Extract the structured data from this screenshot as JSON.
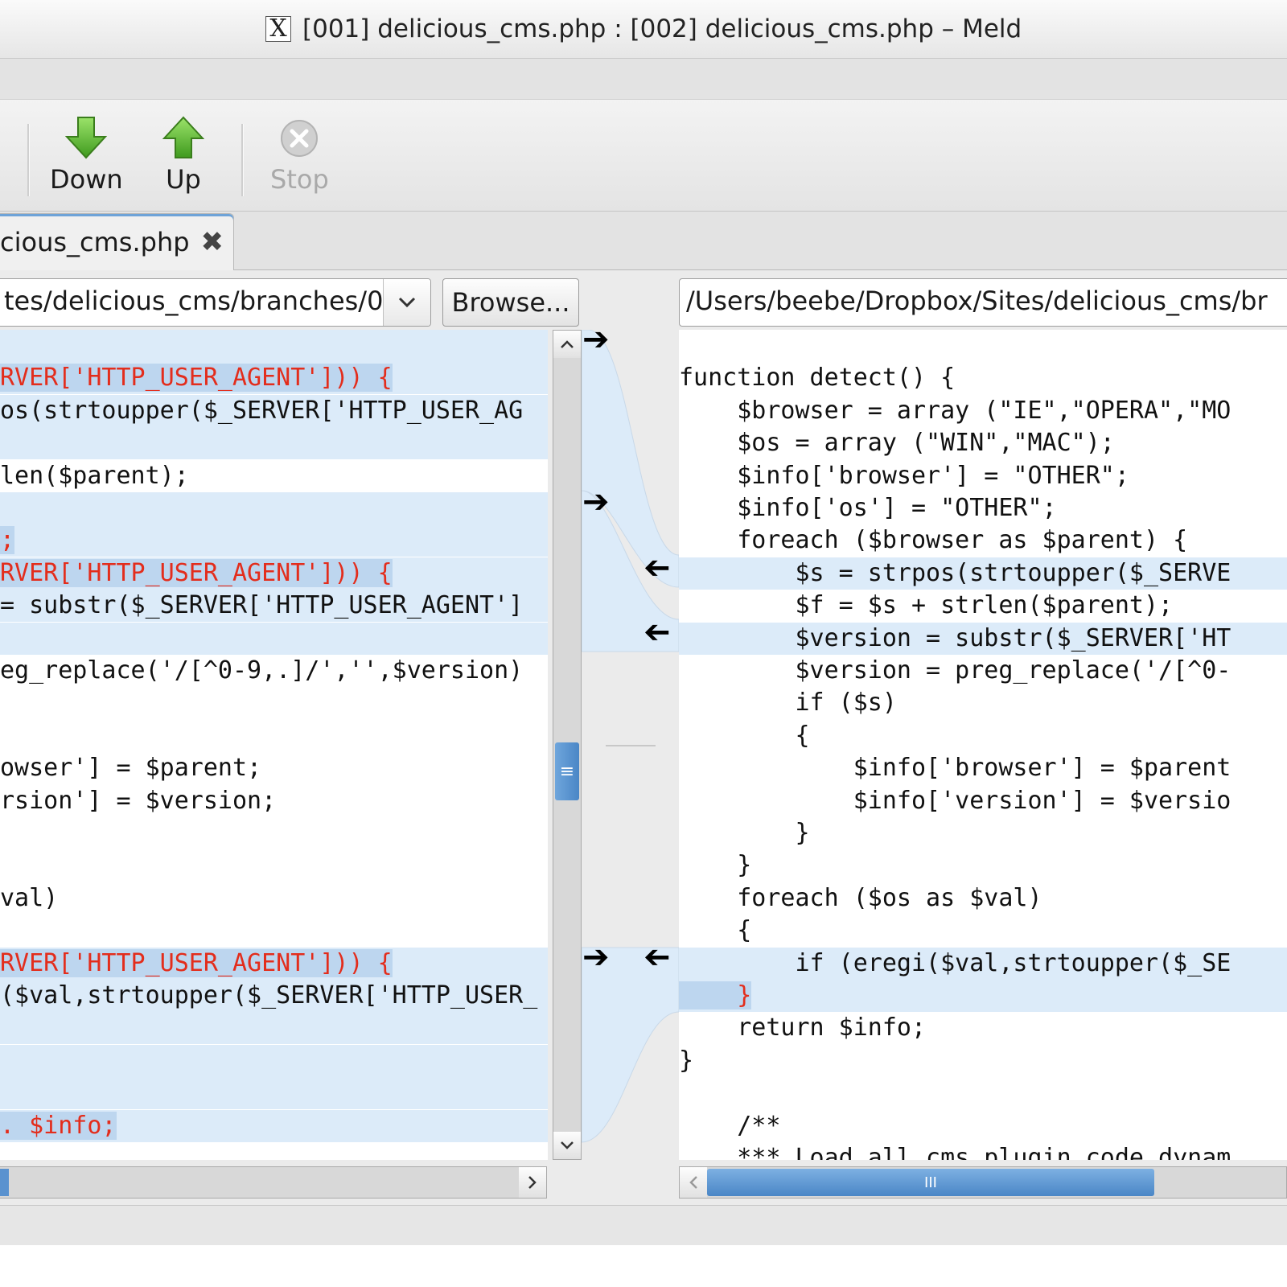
{
  "window": {
    "title": "[001] delicious_cms.php : [002] delicious_cms.php – Meld",
    "x_icon": "X"
  },
  "toolbar": {
    "down_label": "Down",
    "up_label": "Up",
    "stop_label": "Stop"
  },
  "tab": {
    "label": "cious_cms.php",
    "close_glyph": "✖"
  },
  "left": {
    "path": "tes/delicious_cms/branches/0(",
    "browse_label": "Browse..."
  },
  "right": {
    "path": "/Users/beebe/Dropbox/Sites/delicious_cms/br"
  },
  "left_lines": [
    {
      "t": "",
      "c": true
    },
    {
      "t": "RVER['HTTP_USER_AGENT'])) {",
      "c": true,
      "r": true
    },
    {
      "t": "os(strtoupper($_SERVER['HTTP_USER_AG",
      "c": true
    },
    {
      "t": "",
      "c": true
    },
    {
      "t": "len($parent);",
      "c": false
    },
    {
      "t": "",
      "c": true
    },
    {
      "t": ";",
      "c": true,
      "r": true
    },
    {
      "t": "RVER['HTTP_USER_AGENT'])) {",
      "c": true,
      "r": true
    },
    {
      "t": "= substr($_SERVER['HTTP_USER_AGENT']",
      "c": true
    },
    {
      "t": "",
      "c": true
    },
    {
      "t": "eg_replace('/[^0-9,.]/','',$version)",
      "c": false
    },
    {
      "t": "",
      "c": false
    },
    {
      "t": "",
      "c": false
    },
    {
      "t": "owser'] = $parent;",
      "c": false
    },
    {
      "t": "rsion'] = $version;",
      "c": false
    },
    {
      "t": "",
      "c": false
    },
    {
      "t": "",
      "c": false
    },
    {
      "t": "val)",
      "c": false
    },
    {
      "t": "",
      "c": false
    },
    {
      "t": "RVER['HTTP_USER_AGENT'])) {",
      "c": true,
      "r": true
    },
    {
      "t": "($val,strtoupper($_SERVER['HTTP_USER_",
      "c": true
    },
    {
      "t": "",
      "c": true
    },
    {
      "t": "",
      "c": true
    },
    {
      "t": "",
      "c": true
    },
    {
      "t": ". $info;",
      "c": true,
      "r": true
    }
  ],
  "right_lines": [
    {
      "t": "",
      "c": false
    },
    {
      "t": "function detect() {",
      "c": false
    },
    {
      "t": "    $browser = array (\"IE\",\"OPERA\",\"MO",
      "c": false
    },
    {
      "t": "    $os = array (\"WIN\",\"MAC\");",
      "c": false
    },
    {
      "t": "    $info['browser'] = \"OTHER\";",
      "c": false
    },
    {
      "t": "    $info['os'] = \"OTHER\";",
      "c": false
    },
    {
      "t": "    foreach ($browser as $parent) {",
      "c": false
    },
    {
      "t": "        $s = strpos(strtoupper($_SERVE",
      "c": true
    },
    {
      "t": "        $f = $s + strlen($parent);",
      "c": false
    },
    {
      "t": "        $version = substr($_SERVER['HT",
      "c": true
    },
    {
      "t": "        $version = preg_replace('/[^0-",
      "c": false
    },
    {
      "t": "        if ($s)",
      "c": false
    },
    {
      "t": "        {",
      "c": false
    },
    {
      "t": "            $info['browser'] = $parent",
      "c": false
    },
    {
      "t": "            $info['version'] = $versio",
      "c": false
    },
    {
      "t": "        }",
      "c": false
    },
    {
      "t": "    }",
      "c": false
    },
    {
      "t": "    foreach ($os as $val)",
      "c": false
    },
    {
      "t": "    {",
      "c": false
    },
    {
      "t": "        if (eregi($val,strtoupper($_SE",
      "c": true
    },
    {
      "t": "    }",
      "c": true,
      "r": true
    },
    {
      "t": "    return $info;",
      "c": false
    },
    {
      "t": "}",
      "c": false
    },
    {
      "t": "",
      "c": false
    },
    {
      "t": "    /**",
      "c": false
    },
    {
      "t": "    *** Load all cms plugin code dynam",
      "c": false
    }
  ],
  "scroll_grip": "≡",
  "hscroll_grip": "III"
}
